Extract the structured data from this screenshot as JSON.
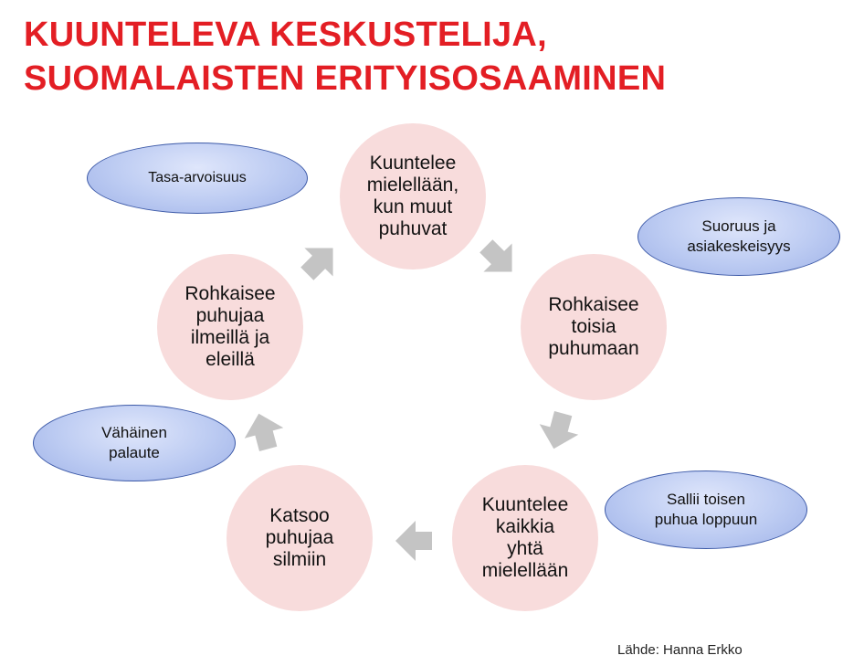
{
  "title": {
    "line1": "KUUNTELEVA KESKUSTELIJA,",
    "line2": "SUOMALAISTEN ERITYISOSAAMINEN"
  },
  "cycle": [
    {
      "text": "Kuuntelee\nmielellään,\nkun muut\npuhuvat"
    },
    {
      "text": "Rohkaisee\ntoisia\npuhumaan"
    },
    {
      "text": "Kuuntelee\nkaikkia\nyhtä\nmielellään"
    },
    {
      "text": "Katsoo\npuhujaa\nsilmiin"
    },
    {
      "text": "Rohkaisee\npuhujaa\nilmeillä ja\neleillä"
    }
  ],
  "traits": [
    {
      "text": "Tasa-arvoisuus"
    },
    {
      "text": "Suoruus ja\nasiakeskeisyys"
    },
    {
      "text": "Vähäinen\npalaute"
    },
    {
      "text": "Sallii toisen\npuhua loppuun"
    }
  ],
  "source": "Lähde: Hanna Erkko",
  "colors": {
    "title": "#e31e24",
    "circle_fill": "#f8dcdc",
    "ellipse_border": "#3d5aa8",
    "arrow": "#c4c4c4"
  }
}
